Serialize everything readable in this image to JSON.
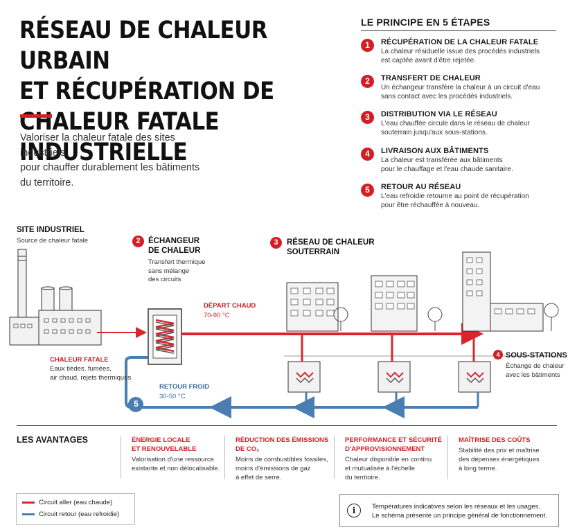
{
  "title": {
    "line1": "RÉSEAU DE CHALEUR URBAIN",
    "line2": "ET RÉCUPÉRATION DE",
    "line3": "CHALEUR FATALE INDUSTRIELLE"
  },
  "intro": {
    "line1": "Valoriser la chaleur fatale des sites industriels",
    "line2": "pour chauffer durablement les bâtiments",
    "line3": "du territoire."
  },
  "principle": {
    "heading": "LE PRINCIPE EN 5 ÉTAPES",
    "steps": [
      {
        "num": "1",
        "title": "RÉCUPÉRATION DE LA CHALEUR FATALE",
        "l1": "La chaleur résiduelle issue des procédés industriels",
        "l2": "est captée avant d'être rejetée."
      },
      {
        "num": "2",
        "title": "TRANSFERT DE CHALEUR",
        "l1": "Un échangeur transfère la chaleur à un circuit d'eau",
        "l2": "sans contact avec les procédés industriels."
      },
      {
        "num": "3",
        "title": "DISTRIBUTION VIA LE RÉSEAU",
        "l1": "L'eau chauffée circule dans le réseau de chaleur",
        "l2": "souterrain jusqu'aux sous-stations."
      },
      {
        "num": "4",
        "title": "LIVRAISON AUX BÂTIMENTS",
        "l1": "La chaleur est transférée aux bâtiments",
        "l2": "pour le chauffage et l'eau chaude sanitaire."
      },
      {
        "num": "5",
        "title": "RETOUR AU RÉSEAU",
        "l1": "L'eau refroidie retourne au point de récupération",
        "l2": "pour être réchauffée à nouveau."
      }
    ]
  },
  "diagram": {
    "site": {
      "title": "SITE INDUSTRIEL",
      "sub": "Source de chaleur fatale"
    },
    "exchanger": {
      "num": "2",
      "t1": "ÉCHANGEUR",
      "t2": "DE CHALEUR",
      "s1": "Transfert thermique",
      "s2": "sans mélange",
      "s3": "des circuits"
    },
    "network": {
      "num": "3",
      "t1": "RÉSEAU DE CHALEUR",
      "t2": "SOUTERRAIN"
    },
    "depart": {
      "t": "DÉPART CHAUD",
      "v": "70-90 °C"
    },
    "fatale": {
      "t": "CHALEUR FATALE",
      "l1": "Eaux tièdes, fumées,",
      "l2": "air chaud, rejets thermiques"
    },
    "retour": {
      "t": "RETOUR FROID",
      "v": "30-50 °C"
    },
    "substations": {
      "num": "4",
      "t": "SOUS-STATIONS",
      "l1": "Échange de chaleur",
      "l2": "avec les bâtiments"
    },
    "return_badge": "5",
    "colors": {
      "hot": "#d9262c",
      "cold": "#4a7eb3",
      "accent": "#d21f26"
    }
  },
  "advantages": {
    "heading": "LES AVANTAGES",
    "items": [
      {
        "t1": "ÉNERGIE LOCALE",
        "t2": "ET RENOUVELABLE",
        "d1": "Valorisation d'une ressource",
        "d2": "existante et non délocalisable.",
        "d3": ""
      },
      {
        "t1": "RÉDUCTION DES ÉMISSIONS",
        "t2": "DE CO₂",
        "d1": "Moins de combustibles fossiles,",
        "d2": "moins d'émissions de gaz",
        "d3": "à effet de serre."
      },
      {
        "t1": "PERFORMANCE ET SÉCURITÉ",
        "t2": "D'APPROVISIONNEMENT",
        "d1": "Chaleur disponible en continu",
        "d2": "et mutualisée à l'échelle",
        "d3": "du territoire."
      },
      {
        "t1": "MAÎTRISE DES COÛTS",
        "t2": "",
        "d1": "Stabilité des prix et maîtrise",
        "d2": "des dépenses énergétiques",
        "d3": "à long terme."
      }
    ]
  },
  "legend": {
    "hot": "Circuit aller (eau chaude)",
    "cold": "Circuit retour (eau refroidie)"
  },
  "note": {
    "icon": "i",
    "l1": "Températures indicatives selon les réseaux et les usages.",
    "l2": "Le schéma présente un principe général de fonctionnement."
  }
}
